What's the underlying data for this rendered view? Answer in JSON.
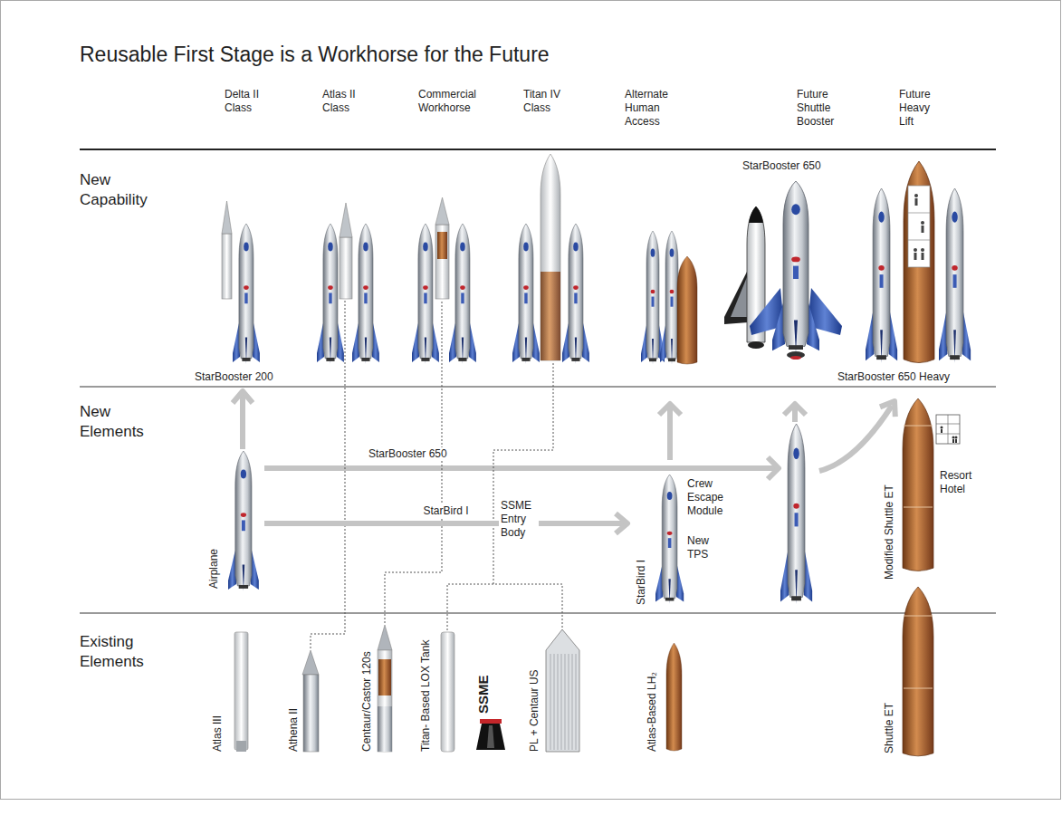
{
  "diagram": {
    "title": "Reusable First Stage is a Workhorse for the Future",
    "nodes": [
      {
        "text": [
          "StarBooster 200"
        ]
      },
      {
        "text": [
          "StarBooster 650"
        ]
      },
      {
        "text": [
          "StarBooster 650 Heavy"
        ]
      },
      {
        "text": [
          "Airplane"
        ]
      },
      {
        "text": [
          "StarBird I",
          "Crew Escape Module",
          "New TPS"
        ]
      },
      {
        "text": [
          "Modified Shuttle ET"
        ]
      },
      {
        "text": [
          "Resort Hotel"
        ]
      },
      {
        "text": [
          "Atlas III"
        ]
      },
      {
        "text": [
          "Athena II"
        ]
      },
      {
        "text": [
          "Centaur/Castor 120s"
        ]
      },
      {
        "text": [
          "Titan- Based LOX Tank"
        ]
      },
      {
        "text": [
          "SSME"
        ]
      },
      {
        "text": [
          "PL + Centaur US"
        ]
      },
      {
        "text": [
          "Atlas-Based LH₂"
        ]
      },
      {
        "text": [
          "Shuttle ET"
        ]
      }
    ],
    "edges": [
      {
        "from": 3,
        "to": 0,
        "arrow": "to"
      },
      {
        "from": 3,
        "to": 4,
        "label": "StarBird I",
        "arrow": "to"
      }
    ],
    "labels": [
      "Delta II Class",
      "Atlas II Class",
      "Commercial Workhorse",
      "Titan IV Class",
      "Alternate Human Access",
      "Future Shuttle Booster",
      "Future Heavy Lift",
      "New Capability",
      "New Elements",
      "StarBooster 650",
      "SSME Entry Body",
      "Existing Elements"
    ]
  }
}
